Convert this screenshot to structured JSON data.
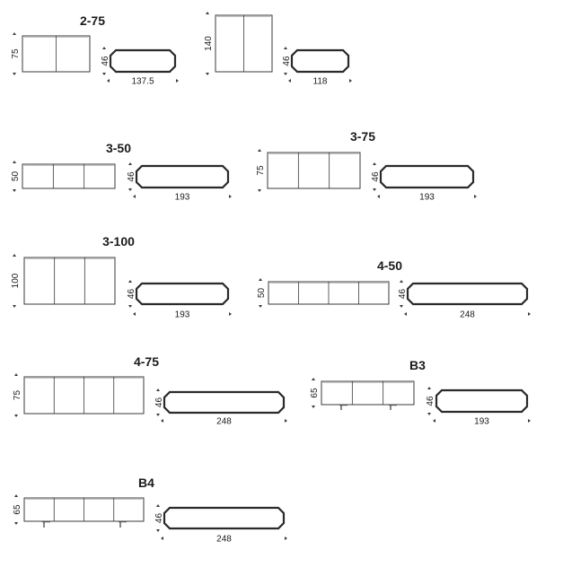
{
  "modules": [
    {
      "id": "2-75",
      "title": "2-75",
      "height": "75",
      "depth": "46",
      "width": "137.5",
      "doors": 2,
      "feet": false
    },
    {
      "id": "2-140",
      "title": "",
      "height": "140",
      "depth": "46",
      "width": "118",
      "doors": 2,
      "feet": false
    },
    {
      "id": "3-50",
      "title": "3-50",
      "height": "50",
      "depth": "46",
      "width": "193",
      "doors": 3,
      "feet": false
    },
    {
      "id": "3-75",
      "title": "3-75",
      "height": "75",
      "depth": "46",
      "width": "193",
      "doors": 3,
      "feet": false
    },
    {
      "id": "3-100",
      "title": "3-100",
      "height": "100",
      "depth": "46",
      "width": "193",
      "doors": 3,
      "feet": false
    },
    {
      "id": "4-50",
      "title": "4-50",
      "height": "50",
      "depth": "46",
      "width": "248",
      "doors": 4,
      "feet": false
    },
    {
      "id": "4-75",
      "title": "4-75",
      "height": "75",
      "depth": "46",
      "width": "248",
      "doors": 4,
      "feet": false
    },
    {
      "id": "B3",
      "title": "B3",
      "height": "65",
      "depth": "46",
      "width": "193",
      "doors": 3,
      "feet": true
    },
    {
      "id": "B4",
      "title": "B4",
      "height": "65",
      "depth": "46",
      "width": "248",
      "doors": 4,
      "feet": true
    }
  ]
}
